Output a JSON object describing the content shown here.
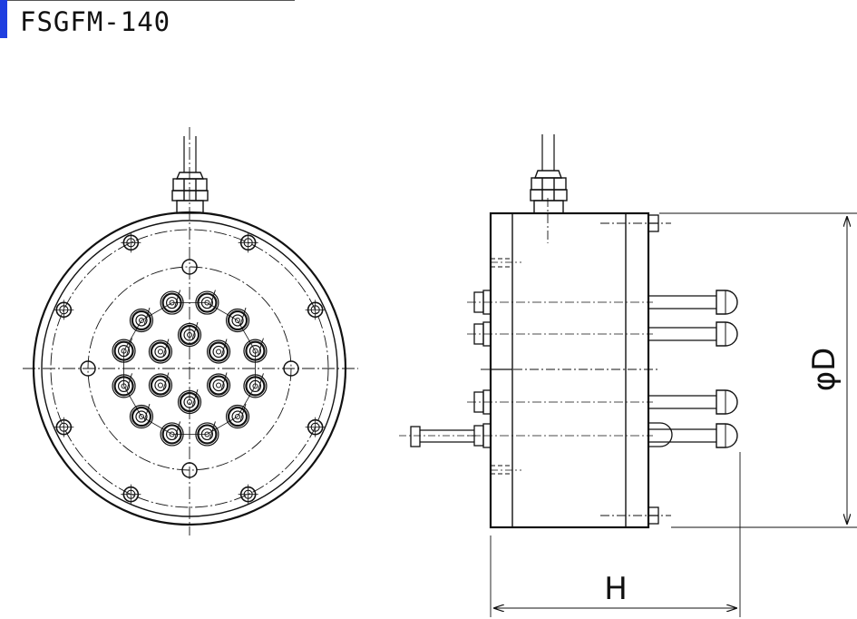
{
  "title": "FSGFM-140",
  "dimensions": {
    "diameter_label": "φD",
    "height_label": "H"
  },
  "colors": {
    "accent": "#1f3fe0",
    "line": "#111111"
  }
}
